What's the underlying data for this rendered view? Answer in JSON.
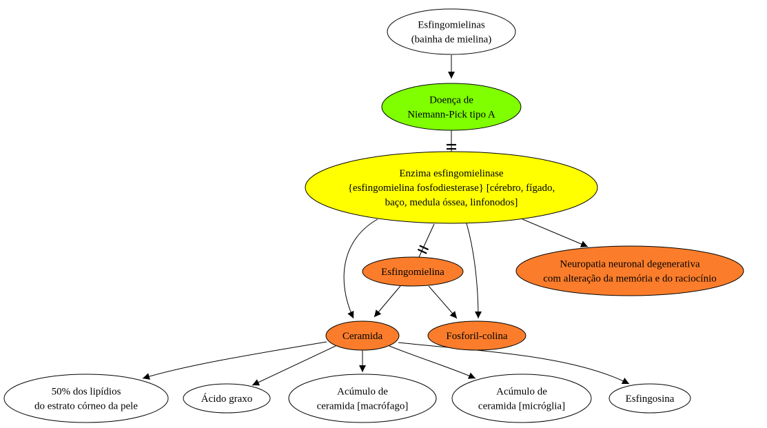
{
  "colors": {
    "green": "#7fff00",
    "yellow": "#ffff00",
    "orange": "#fb7d2b",
    "white": "#ffffff",
    "line": "#000000"
  },
  "nodes": {
    "esfingomielinas": {
      "lines": [
        "Esfingomielinas",
        "(bainha de mielina)"
      ]
    },
    "niemann_pick": {
      "lines": [
        "Doença de",
        "Niemann-Pick tipo A"
      ]
    },
    "enzima": {
      "lines": [
        "Enzima esfingomielinase",
        "{esfingomielina fosfodiesterase} [cérebro, fígado,",
        "baço, medula óssea, linfonodos]"
      ]
    },
    "esfingomielina": {
      "lines": [
        "Esfingomielina"
      ]
    },
    "neuropatia": {
      "lines": [
        "Neuropatia neuronal degenerativa",
        "com alteração da memória e do raciocínio"
      ]
    },
    "ceramida": {
      "lines": [
        "Ceramida"
      ]
    },
    "fosforil_colina": {
      "lines": [
        "Fosforil-colina"
      ]
    },
    "lipidios": {
      "lines": [
        "50% dos lipídios",
        "do estrato córneo da pele"
      ]
    },
    "acido_graxo": {
      "lines": [
        "Ácido graxo"
      ]
    },
    "acumulo_macrofago": {
      "lines": [
        "Acúmulo de",
        "ceramida [macrófago]"
      ]
    },
    "acumulo_microglia": {
      "lines": [
        "Acúmulo de",
        "ceramida [micróglia]"
      ]
    },
    "esfingosina": {
      "lines": [
        "Esfingosina"
      ]
    }
  },
  "edges": [
    {
      "from": "esfingomielinas",
      "to": "niemann_pick",
      "type": "arrow"
    },
    {
      "from": "niemann_pick",
      "to": "enzima",
      "type": "inhibit"
    },
    {
      "from": "enzima",
      "to": "esfingomielina",
      "type": "inhibit"
    },
    {
      "from": "enzima",
      "to": "ceramida",
      "type": "arrow"
    },
    {
      "from": "enzima",
      "to": "fosforil_colina",
      "type": "arrow"
    },
    {
      "from": "enzima",
      "to": "neuropatia",
      "type": "arrow"
    },
    {
      "from": "esfingomielina",
      "to": "ceramida",
      "type": "arrow"
    },
    {
      "from": "esfingomielina",
      "to": "fosforil_colina",
      "type": "arrow"
    },
    {
      "from": "ceramida",
      "to": "lipidios",
      "type": "arrow"
    },
    {
      "from": "ceramida",
      "to": "acido_graxo",
      "type": "arrow"
    },
    {
      "from": "ceramida",
      "to": "acumulo_macrofago",
      "type": "arrow"
    },
    {
      "from": "ceramida",
      "to": "acumulo_microglia",
      "type": "arrow"
    },
    {
      "from": "ceramida",
      "to": "esfingosina",
      "type": "arrow"
    }
  ]
}
